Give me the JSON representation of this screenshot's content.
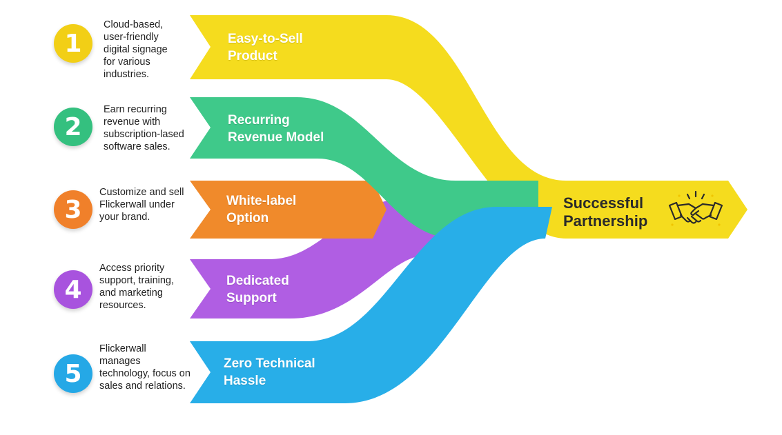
{
  "colors": {
    "yellow": "#f5dc1e",
    "green": "#3fc98a",
    "orange": "#f08a2b",
    "purple": "#b05ee3",
    "blue": "#28aee8"
  },
  "steps": [
    {
      "number": "1",
      "title": "Easy-to-Sell\nProduct",
      "description": "Cloud-based,\nuser-friendly\ndigital signage\nfor various\nindustries.",
      "color": "#f5dc1e"
    },
    {
      "number": "2",
      "title": "Recurring\nRevenue Model",
      "description": "Earn recurring\nrevenue with\nsubscription-lased\nsoftware sales.",
      "color": "#3fc98a"
    },
    {
      "number": "3",
      "title": "White-label\nOption",
      "description": "Customize and sell\nFlickerwall under\nyour brand.",
      "color": "#f08a2b"
    },
    {
      "number": "4",
      "title": "Dedicated\nSupport",
      "description": "Access priority\nsupport, training,\nand marketing\nresources.",
      "color": "#b05ee3"
    },
    {
      "number": "5",
      "title": "Zero Technical\nHassle",
      "description": "Flickerwall\nmanages\ntechnology, focus on\nsales and relations.",
      "color": "#28aee8"
    }
  ],
  "result": {
    "title": "Successful\nPartnership",
    "icon": "handshake-icon"
  }
}
